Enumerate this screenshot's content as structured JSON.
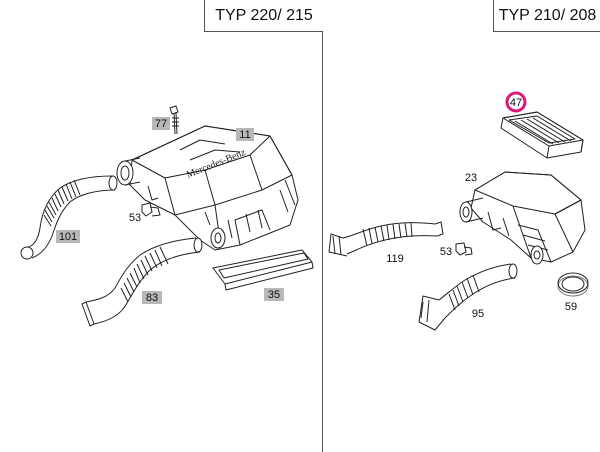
{
  "left_panel": {
    "type_label": "TYP 220/ 215",
    "callouts": {
      "p77": "77",
      "p11": "11",
      "p53": "53",
      "p101": "101",
      "p83": "83",
      "p35": "35"
    },
    "brand_text": "Mercedes-Benz"
  },
  "right_panel": {
    "type_label": "TYP 210/ 208",
    "callouts": {
      "p47": "47",
      "p23": "23",
      "p119": "119",
      "p53": "53",
      "p95": "95",
      "p59": "59"
    }
  },
  "colors": {
    "line": "#222222",
    "tag_gray": "#b8b8b8",
    "highlight_ring": "#e0157a",
    "divider": "#555555"
  }
}
